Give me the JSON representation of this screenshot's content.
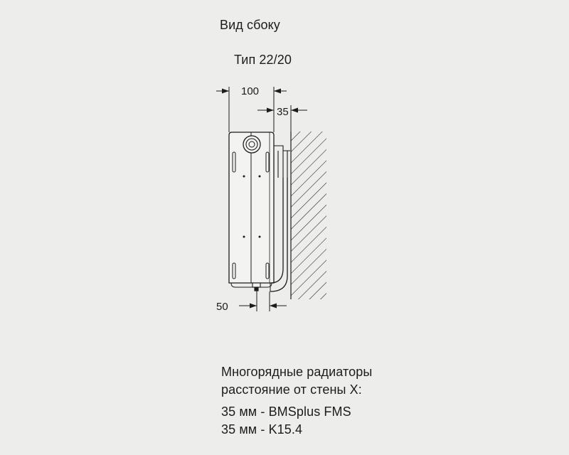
{
  "header": {
    "title": "Вид сбоку",
    "type_label": "Тип 22/20"
  },
  "dimensions": {
    "depth": "100",
    "wall_gap": "35",
    "pipe_offset": "50"
  },
  "description": {
    "lines": [
      "Многорядные радиаторы",
      "расстояние от стены X:"
    ]
  },
  "models": {
    "lines": [
      "35 мм - BMSplus FMS",
      "35 мм - K15.4"
    ]
  },
  "colors": {
    "background": "#ededeb",
    "line": "#1c1c1c"
  }
}
